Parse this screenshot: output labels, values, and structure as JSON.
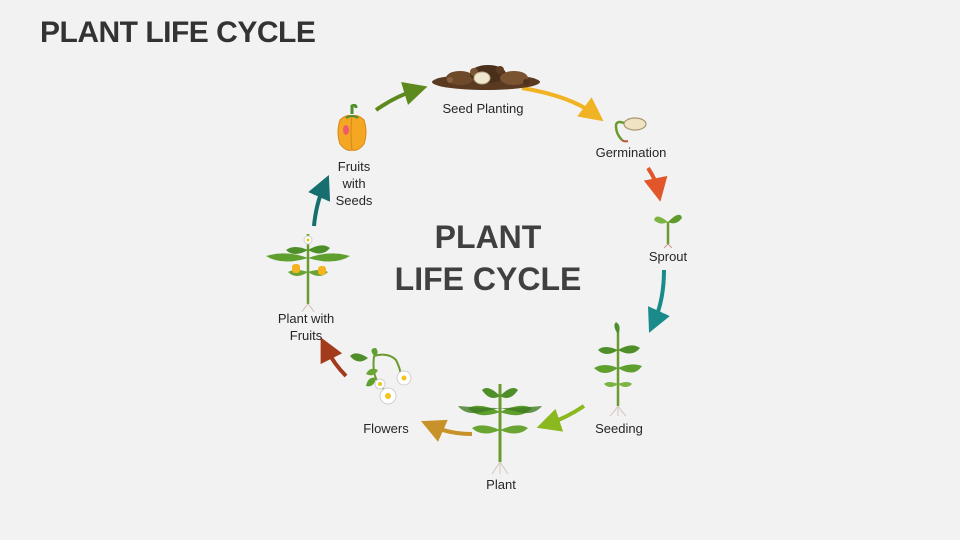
{
  "title": "PLANT LIFE CYCLE",
  "center": {
    "line1": "PLANT",
    "line2": "LIFE CYCLE"
  },
  "stages": [
    {
      "label": "Seed Planting",
      "icon": "soil-seed-icon"
    },
    {
      "label": "Germination",
      "icon": "germinating-seed-icon"
    },
    {
      "label": "Sprout",
      "icon": "sprout-icon"
    },
    {
      "label": "Seeding",
      "icon": "seedling-icon"
    },
    {
      "label": "Plant",
      "icon": "plant-icon"
    },
    {
      "label": "Flowers",
      "icon": "flowers-icon"
    },
    {
      "label": "Plant with Fruits",
      "lines": [
        "Plant with",
        "Fruits"
      ],
      "icon": "fruiting-plant-icon"
    },
    {
      "label": "Fruits with Seeds",
      "lines": [
        "Fruits",
        "with",
        "Seeds"
      ],
      "icon": "pepper-icon"
    }
  ],
  "arrow_colors": {
    "seed_to_germination": "#f0b323",
    "germination_to_sprout": "#e2562b",
    "sprout_to_seeding": "#1b8a8a",
    "seeding_to_plant": "#8ab81e",
    "plant_to_flowers": "#c8922a",
    "flowers_to_fruiting": "#a33a1c",
    "fruiting_to_pepper": "#166e6e",
    "pepper_to_seed": "#5d8a1e"
  }
}
